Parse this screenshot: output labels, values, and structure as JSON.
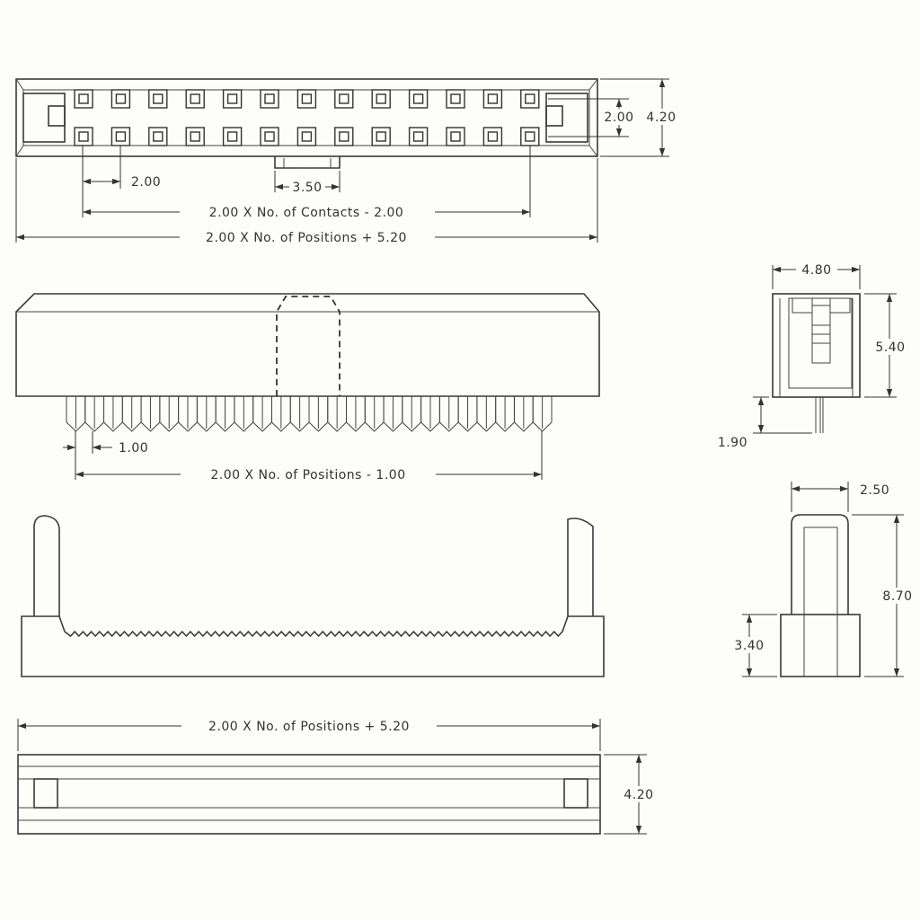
{
  "dimensions": {
    "top_pin_pitch": "2.00",
    "top_key_width": "3.50",
    "top_contacts_span": "2.00 X No. of Contacts - 2.00",
    "top_overall_length": "2.00 X No. of Positions + 5.20",
    "top_row_pitch": "2.00",
    "top_depth": "4.20",
    "front_tooth_pitch": "1.00",
    "front_teeth_span": "2.00 X No. of Positions - 1.00",
    "side_width": "4.80",
    "side_height": "5.40",
    "side_pin_length": "1.90",
    "end_width": "2.50",
    "end_total_height": "8.70",
    "end_body_height": "3.40",
    "bottom_overall_length": "2.00 X No. of Positions + 5.20",
    "bottom_depth": "4.20"
  },
  "colors": {
    "line": "#333333",
    "paper": "#fdfdf9"
  }
}
